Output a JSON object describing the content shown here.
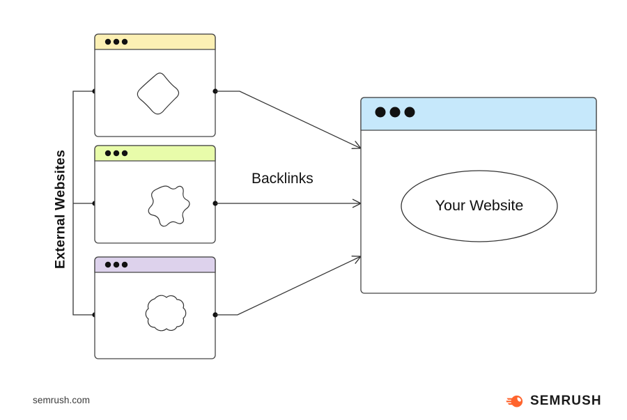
{
  "diagram": {
    "type": "flow-diagram",
    "title_visible": false,
    "group_label": "External Websites",
    "flow_label": "Backlinks",
    "target_label": "Your Website",
    "colors": {
      "window_border": "#444444",
      "window_body": "#ffffff",
      "connector": "#333333",
      "text": "#111111",
      "brand_orange": "#ff642d",
      "titlebar_yellow": "#fcf0b4",
      "titlebar_green": "#e8fcaa",
      "titlebar_purple": "#ddd2ec",
      "titlebar_blue": "#c6e8fb"
    },
    "external_windows": [
      {
        "name": "external-website-1",
        "titlebar_color": "#fcf0b4",
        "dots": 3,
        "shape": "diamond-blob"
      },
      {
        "name": "external-website-2",
        "titlebar_color": "#e8fcaa",
        "dots": 3,
        "shape": "six-point-blob"
      },
      {
        "name": "external-website-3",
        "titlebar_color": "#ddd2ec",
        "dots": 3,
        "shape": "eight-point-blob"
      }
    ],
    "target_window": {
      "name": "your-website-window",
      "titlebar_color": "#c6e8fb",
      "dots": 3,
      "shape": "ellipse",
      "shape_label": "Your Website"
    },
    "connections": [
      {
        "from": "external-website-1",
        "to": "your-website-window",
        "label": "Backlinks",
        "style": "arrow"
      },
      {
        "from": "external-website-2",
        "to": "your-website-window",
        "label": "Backlinks",
        "style": "arrow"
      },
      {
        "from": "external-website-3",
        "to": "your-website-window",
        "label": "Backlinks",
        "style": "arrow"
      }
    ]
  },
  "footer": {
    "source_url": "semrush.com",
    "brand_name": "SEMRUSH",
    "brand_icon": "semrush-comet-logo"
  }
}
